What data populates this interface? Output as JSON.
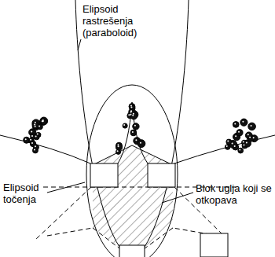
{
  "diagram": {
    "labels": [
      "Elipsoid rastrešenja (paraboloid)",
      "Elipsoid točenja",
      "Blok uglja koji se otkopava"
    ]
  }
}
